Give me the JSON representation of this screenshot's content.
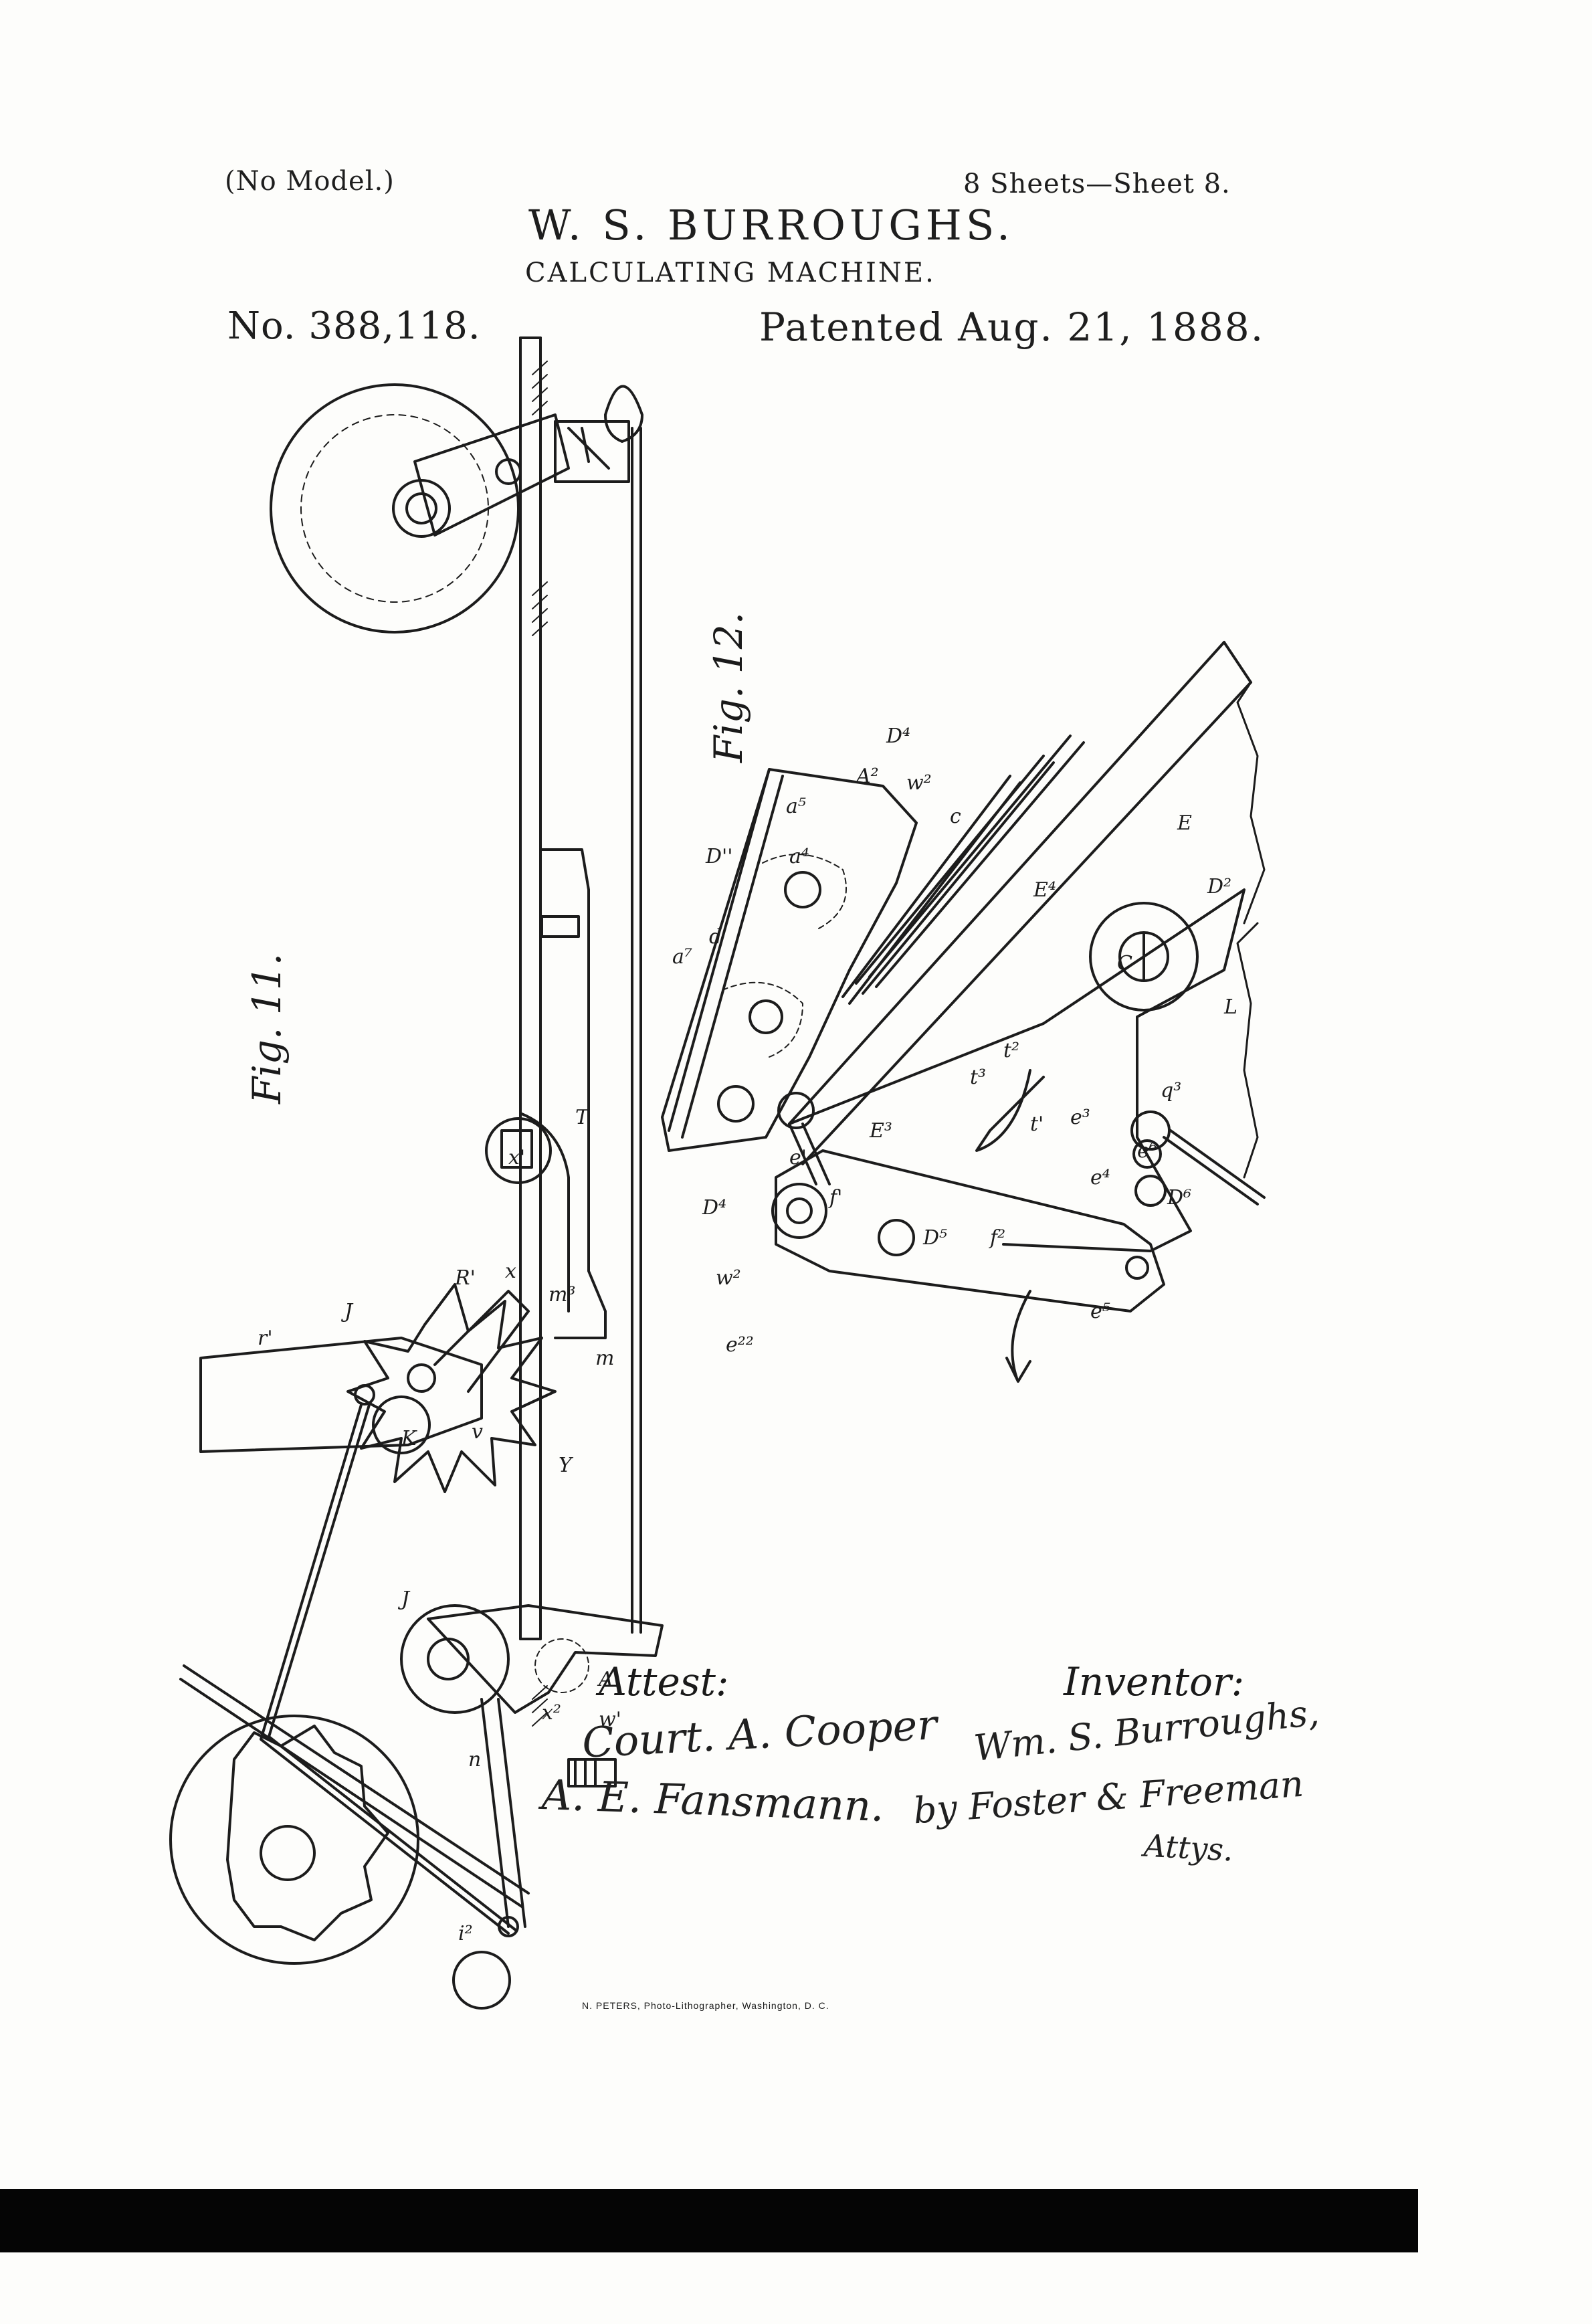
{
  "header": {
    "no_model": "(No Model.)",
    "sheets": "8 Sheets—Sheet 8.",
    "inventor_name": "W. S. BURROUGHS.",
    "title": "CALCULATING MACHINE.",
    "patent_number": "No. 388,118.",
    "patent_date": "Patented Aug. 21, 1888."
  },
  "figures": {
    "fig11_label": "Fig. 11.",
    "fig12_label": "Fig. 12."
  },
  "fig11_refs": [
    "K",
    "J",
    "R'",
    "r'",
    "x'",
    "x",
    "m³",
    "T",
    "m",
    "v",
    "Y",
    "J",
    "A'",
    "w'",
    "n",
    "x²",
    "i²"
  ],
  "fig12_refs": [
    "D''",
    "a⁷",
    "d",
    "a⁵",
    "a⁴",
    "A²",
    "D⁴",
    "w²",
    "c",
    "E⁴",
    "E",
    "D²",
    "C",
    "L",
    "q³",
    "t³",
    "t²",
    "t'",
    "e⁴",
    "e³",
    "D⁶",
    "e⁶",
    "E³",
    "e'",
    "f'",
    "D⁵",
    "f²",
    "e⁵",
    "e²²",
    "w²",
    "D⁴"
  ],
  "signatures": {
    "attest_label": "Attest:",
    "inventor_label": "Inventor:",
    "witness_1": "Court. A. Cooper",
    "witness_2": "A. E. Fansmann.",
    "inventor_signature": "Wm. S. Burroughs,",
    "attorneys_line": "by Foster & Freeman",
    "attorneys_suffix": "Attys."
  },
  "footer": {
    "lithographer": "N. PETERS, Photo-Lithographer, Washington, D. C."
  }
}
